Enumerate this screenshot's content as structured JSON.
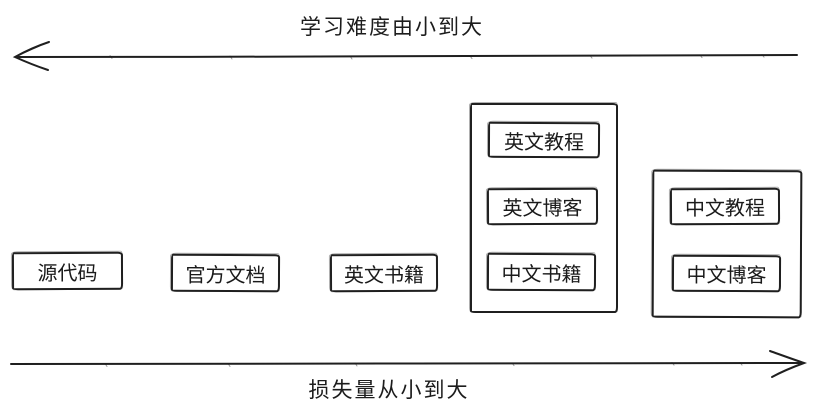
{
  "page": {
    "background": "#ffffff",
    "ink": "#1f1f1f"
  },
  "axes": {
    "top": {
      "label": "学习难度由小到大",
      "direction": "left"
    },
    "bottom": {
      "label": "损失量从小到大",
      "direction": "right"
    }
  },
  "boxes": {
    "standalone": [
      {
        "id": "source-code",
        "label": "源代码"
      },
      {
        "id": "official-docs",
        "label": "官方文档"
      },
      {
        "id": "english-books",
        "label": "英文书籍"
      }
    ],
    "groups": [
      {
        "id": "english-group",
        "items": [
          {
            "label": "英文教程"
          },
          {
            "label": "英文博客"
          },
          {
            "label": "中文书籍"
          }
        ]
      },
      {
        "id": "chinese-group",
        "items": [
          {
            "label": "中文教程"
          },
          {
            "label": "中文博客"
          }
        ]
      }
    ]
  }
}
